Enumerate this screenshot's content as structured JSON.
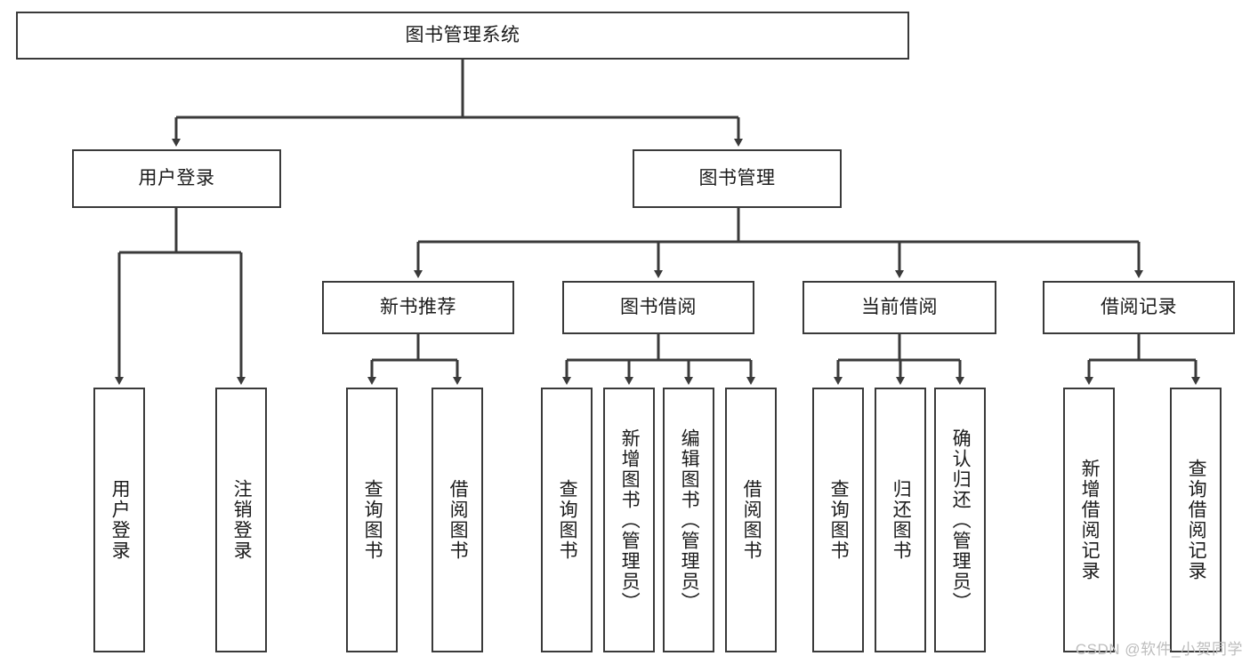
{
  "diagram": {
    "title": "图书管理系统",
    "type": "tree-hierarchy",
    "style": {
      "box_border": "#3a3a3a",
      "box_fill": "#ffffff",
      "line": "#3a3a3a",
      "text": "#1b1b1b"
    },
    "levels": {
      "root": {
        "label": "图书管理系统"
      },
      "level2": [
        {
          "id": "user-login",
          "label": "用户登录"
        },
        {
          "id": "book-manage",
          "label": "图书管理"
        }
      ],
      "level3": [
        {
          "id": "new-book-recommend",
          "label": "新书推荐",
          "parent": "book-manage"
        },
        {
          "id": "book-borrow",
          "label": "图书借阅",
          "parent": "book-manage"
        },
        {
          "id": "current-borrow",
          "label": "当前借阅",
          "parent": "book-manage"
        },
        {
          "id": "borrow-record",
          "label": "借阅记录",
          "parent": "book-manage"
        }
      ],
      "leaves": [
        {
          "id": "leaf-user-login",
          "label": "用户登录",
          "parent": "user-login"
        },
        {
          "id": "leaf-logout-login",
          "label": "注销登录",
          "parent": "user-login"
        },
        {
          "id": "leaf-query-book-1",
          "label": "查询图书",
          "parent": "new-book-recommend"
        },
        {
          "id": "leaf-borrow-book-1",
          "label": "借阅图书",
          "parent": "new-book-recommend"
        },
        {
          "id": "leaf-query-book-2",
          "label": "查询图书",
          "parent": "book-borrow"
        },
        {
          "id": "leaf-add-book",
          "label": "新增图书（管理员）",
          "parent": "book-borrow"
        },
        {
          "id": "leaf-edit-book",
          "label": "编辑图书（管理员）",
          "parent": "book-borrow"
        },
        {
          "id": "leaf-borrow-book-2",
          "label": "借阅图书",
          "parent": "book-borrow"
        },
        {
          "id": "leaf-query-book-3",
          "label": "查询图书",
          "parent": "current-borrow"
        },
        {
          "id": "leaf-return-book",
          "label": "归还图书",
          "parent": "current-borrow"
        },
        {
          "id": "leaf-confirm-return",
          "label": "确认归还（管理员）",
          "parent": "current-borrow"
        },
        {
          "id": "leaf-add-record",
          "label": "新增借阅记录",
          "parent": "borrow-record"
        },
        {
          "id": "leaf-query-record",
          "label": "查询借阅记录",
          "parent": "borrow-record"
        }
      ]
    }
  },
  "watermark": {
    "text": "CSDN @软件_小贺同学"
  }
}
